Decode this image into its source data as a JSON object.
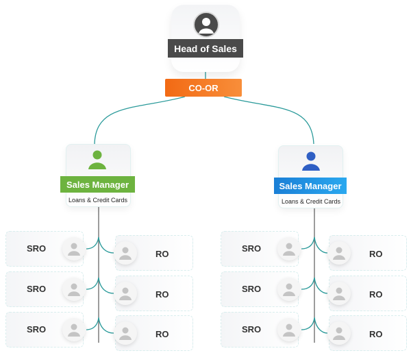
{
  "head": {
    "title": "Head of Sales",
    "icon": "user-icon",
    "color": "#4a4a4a"
  },
  "coordinator": {
    "label": "CO-OR",
    "color": "#f26a14"
  },
  "connector_color": "#2a9a9a",
  "managers": [
    {
      "title": "Sales Manager",
      "subtitle": "Loans & Credit Cards",
      "color": "#6db33f",
      "icon_color": "#6db33f",
      "team": [
        {
          "role": "SRO",
          "side": "left"
        },
        {
          "role": "RO",
          "side": "right"
        },
        {
          "role": "SRO",
          "side": "left"
        },
        {
          "role": "RO",
          "side": "right"
        },
        {
          "role": "SRO",
          "side": "left"
        },
        {
          "role": "RO",
          "side": "right"
        }
      ]
    },
    {
      "title": "Sales Manager",
      "subtitle": "Loans & Credit Cards",
      "color": "#1e90e0",
      "icon_color": "#2f5fc4",
      "team": [
        {
          "role": "SRO",
          "side": "left"
        },
        {
          "role": "RO",
          "side": "right"
        },
        {
          "role": "SRO",
          "side": "left"
        },
        {
          "role": "RO",
          "side": "right"
        },
        {
          "role": "SRO",
          "side": "left"
        },
        {
          "role": "RO",
          "side": "right"
        }
      ]
    }
  ]
}
